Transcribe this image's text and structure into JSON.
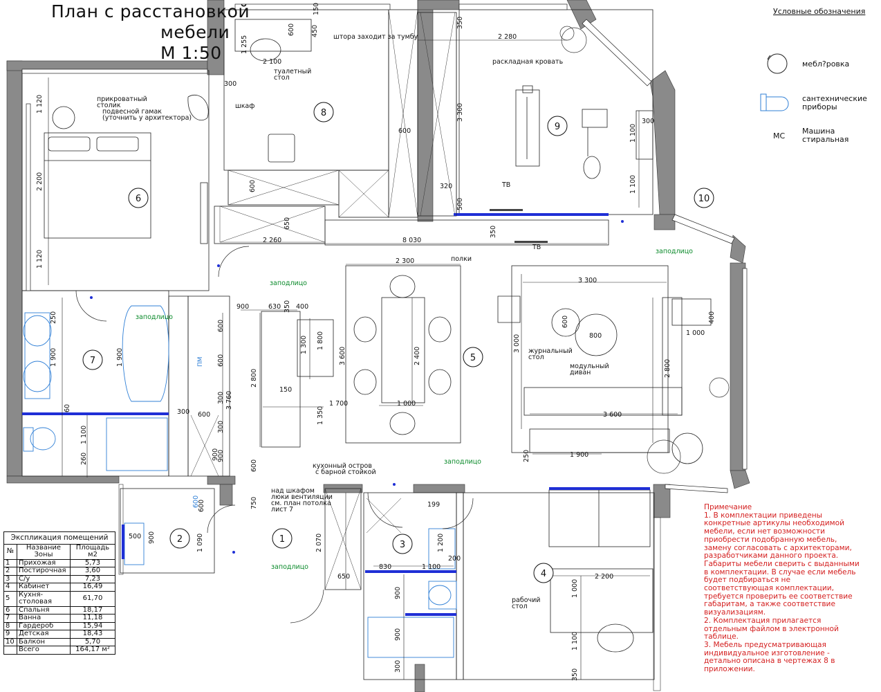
{
  "title": {
    "line1": "План с расстановкой",
    "line2": "мебели",
    "line3": "М 1:50"
  },
  "legend": {
    "title": "Условные обозначения",
    "items": [
      {
        "icon": "furniture-chair-icon",
        "label": "мебл?ровка"
      },
      {
        "icon": "sanitary-fixture-icon",
        "label1": "сантехнические",
        "label2": "приборы"
      },
      {
        "icon": "washing-machine-icon",
        "code": "МС",
        "label1": "Машина",
        "label2": "стиральная"
      }
    ]
  },
  "room_numbers": [
    "1",
    "2",
    "3",
    "4",
    "5",
    "6",
    "7",
    "8",
    "9",
    "10"
  ],
  "annotations": {
    "curtain": "штора заходит за тумбу",
    "folding_bed": "раскладная кровать",
    "dressing_table1": "туалетный",
    "dressing_table2": "стол",
    "wardrobe": "шкаф",
    "bedside1": "прикроватный",
    "bedside2": "столик",
    "hammock1": "подвесной гамак",
    "hammock2": "(уточнить у архитектора)",
    "tv1": "ТВ",
    "tv2": "ТВ",
    "shelves": "полки",
    "flush1": "заподлицо",
    "flush2": "заподлицо",
    "flush3": "заподлицо",
    "flush4": "заподлицо",
    "flush5": "заподлицо",
    "coffee1": "журнальный",
    "coffee2": "стол",
    "sofa1": "модульный",
    "sofa2": "диван",
    "island1": "кухонный остров",
    "island2": "с барной стойкой",
    "vent1": "над шкафом",
    "vent2": "люки вентиляции",
    "vent3": "см. план потолка",
    "vent4": "лист 7",
    "desk1": "рабочий",
    "desk2": "стол",
    "pm": "ПМ"
  },
  "dimensions": [
    "150",
    "600",
    "450",
    "1 255",
    "2 100",
    "300",
    "1 120",
    "2 200",
    "1 120",
    "600",
    "650",
    "2 260",
    "8 030",
    "350",
    "2 280",
    "3 300",
    "600",
    "320",
    "500",
    "350",
    "300",
    "1 100",
    "1 100",
    "2 300",
    "3 300",
    "900",
    "630",
    "350",
    "400",
    "1 800",
    "1 300",
    "3 600",
    "2 400",
    "1 700",
    "1 000",
    "1 350",
    "2 800",
    "150",
    "3 760",
    "300",
    "600",
    "600",
    "600",
    "300",
    "900",
    "600",
    "3 000",
    "600",
    "800",
    "1 000",
    "400",
    "2 800",
    "3 600",
    "1 900",
    "250",
    "250",
    "1 900",
    "1 900",
    "60",
    "1 100",
    "260",
    "300",
    "600",
    "500",
    "900",
    "1 090",
    "750",
    "2 070",
    "650",
    "199",
    "1 200",
    "830",
    "1 100",
    "200",
    "900",
    "900",
    "300",
    "2 200",
    "1 000",
    "1 100",
    "350",
    "600",
    "900"
  ],
  "explication": {
    "caption": "Экспликация помещений",
    "headers": {
      "num": "№",
      "name": "Название Зоны",
      "area": "Площадь м2"
    },
    "rows": [
      {
        "n": "1",
        "name": "Прихожая",
        "area": "5,73"
      },
      {
        "n": "2",
        "name": "Постирочная",
        "area": "3,60"
      },
      {
        "n": "3",
        "name": "С/у",
        "area": "7,23"
      },
      {
        "n": "4",
        "name": "Кабинет",
        "area": "16,49"
      },
      {
        "n": "5",
        "name": "Кухня-столовая",
        "area": "61,70"
      },
      {
        "n": "6",
        "name": "Спальня",
        "area": "18,17"
      },
      {
        "n": "7",
        "name": "Ванна",
        "area": "11,18"
      },
      {
        "n": "8",
        "name": "Гардероб",
        "area": "15,94"
      },
      {
        "n": "9",
        "name": "Детская",
        "area": "18,43"
      },
      {
        "n": "10",
        "name": "Балкон",
        "area": "5,70"
      }
    ],
    "total_label": "Всего",
    "total_area": "164,17 м²"
  },
  "notes": {
    "heading": "Примечание",
    "items": [
      "1. В комплектации приведены конкретные артикулы необходимой мебели, если нет возможности приобрести подобранную мебель, замену согласовать с архитекторами, разработчиками данного проекта. Габариты мебели сверить с выданными в комплектации. В случае если мебель будет подбираться не соответствующая комплектации, требуется проверить ее соответствие габаритам, а также соответствие визуализациям.",
      "2. Комплектация прилагается отдельным файлом в электронной таблице.",
      "3. Мебель предусматривающая индивидуальное изготовление - детально описана в чертежах 8 в приложении."
    ]
  },
  "colors": {
    "wall": "#8a8a8a",
    "ink": "#111111",
    "sanitary": "#2f7fd6",
    "flush": "#0a8a2a",
    "note": "#d42020",
    "accent": "#1f2fd6"
  }
}
